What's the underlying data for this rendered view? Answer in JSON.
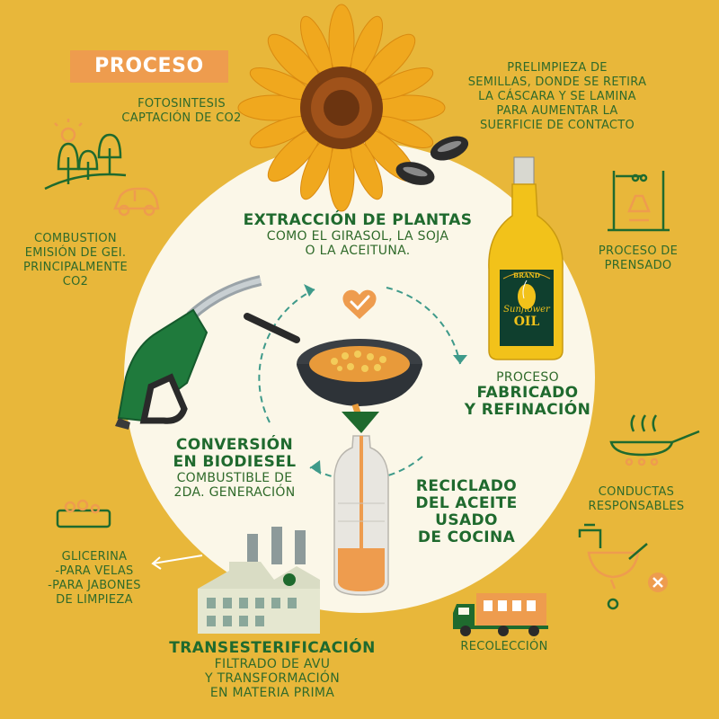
{
  "title": "PROCESO",
  "steps": {
    "fotosintesis": [
      "FOTOSINTESIS",
      "CAPTACIÓN DE CO2"
    ],
    "prelimpieza": [
      "PRELIMPIEZA DE",
      "SEMILLAS, DONDE SE RETIRA",
      "LA CÁSCARA Y SE LAMINA",
      "PARA AUMENTAR LA",
      "SUERFICIE DE CONTACTO"
    ],
    "extraccion": {
      "title": "EXTRACCIÓN DE PLANTAS",
      "lines": [
        "COMO EL GIRASOL, LA SOJA",
        "O LA ACEITUNA."
      ]
    },
    "prensado": [
      "PROCESO DE",
      "PRENSADO"
    ],
    "combustion": [
      "COMBUSTION",
      "EMISIÓN DE GEI.",
      "PRINCIPALMENTE",
      "CO2"
    ],
    "fabricado": {
      "pre": "PROCESO",
      "title": [
        "FABRICADO",
        "Y REFINACIÓN"
      ]
    },
    "conversion": {
      "title": [
        "CONVERSIÓN",
        "EN BIODIESEL"
      ],
      "lines": [
        "COMBUSTIBLE DE",
        "2DA. GENERACIÓN"
      ]
    },
    "reciclado": {
      "title": [
        "RECICLADO",
        "DEL ACEITE",
        "USADO",
        "DE COCINA"
      ]
    },
    "conductas": [
      "CONDUCTAS",
      "RESPONSABLES"
    ],
    "glicerina": [
      "GLICERINA",
      "-PARA VELAS",
      "-PARA JABONES",
      "DE LIMPIEZA"
    ],
    "transesterificacion": {
      "title": "TRANSESTERIFICACIÓN",
      "lines": [
        "FILTRADO DE AVU",
        "Y TRANSFORMACIÓN",
        "EN MATERIA PRIMA"
      ]
    },
    "recoleccion": [
      "RECOLECCIÓN"
    ]
  },
  "bottle_label": {
    "brand": "BRAND",
    "name1": "Sunflower",
    "name2": "OIL"
  },
  "icons": [
    "sunflower-icon",
    "seeds-icon",
    "trees-icon",
    "car-icon",
    "press-icon",
    "oil-bottle-icon",
    "fuel-nozzle-icon",
    "frying-pan-icon",
    "check-heart-icon",
    "funnel-icon",
    "plastic-bottle-icon",
    "factory-icon",
    "soap-icon",
    "cooking-pan-icon",
    "sink-strainer-icon",
    "truck-icon",
    "arrow-left-icon"
  ],
  "colors": {
    "background": "#e8b73a",
    "circle": "#fbf7e8",
    "green": "#1f6a2e",
    "orange": "#ee9c4e",
    "badge": "#ee9c4e"
  }
}
